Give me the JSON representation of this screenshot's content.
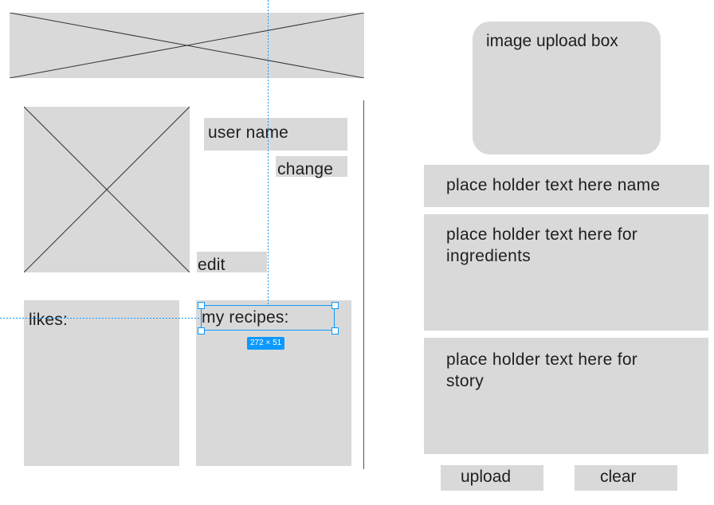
{
  "profile": {
    "username_label": "user name",
    "change_label": "change",
    "edit_label": "edit",
    "likes_label": "likes:",
    "my_recipes_label": "my recipes:"
  },
  "selection": {
    "size_badge": "272 × 51"
  },
  "upload_form": {
    "image_box_label": "image upload box",
    "name_placeholder": "place holder text here name",
    "ingredients_placeholder": "place holder text here for\ningredients",
    "story_placeholder": "place holder text here for\nstory",
    "upload_button": "upload",
    "clear_button": "clear"
  },
  "colors": {
    "placeholder_fill": "#d9d9d9",
    "selection_blue": "#0d99ff",
    "divider": "#555555"
  }
}
